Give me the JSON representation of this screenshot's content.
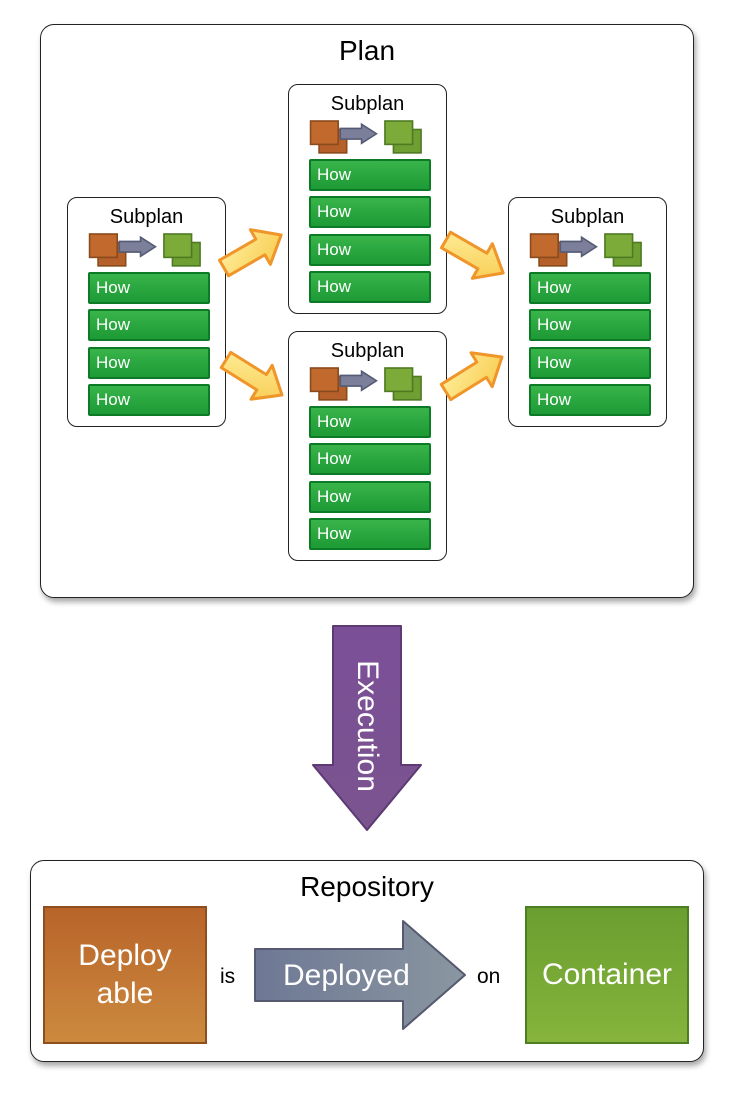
{
  "plan": {
    "title": "Plan",
    "subplans": [
      {
        "title": "Subplan",
        "items": [
          "How",
          "How",
          "How",
          "How"
        ]
      },
      {
        "title": "Subplan",
        "items": [
          "How",
          "How",
          "How",
          "How"
        ]
      },
      {
        "title": "Subplan",
        "items": [
          "How",
          "How",
          "How",
          "How"
        ]
      },
      {
        "title": "Subplan",
        "items": [
          "How",
          "How",
          "How",
          "How"
        ]
      }
    ]
  },
  "execution": {
    "label": "Execution"
  },
  "repository": {
    "title": "Repository",
    "deployable_line1": "Deploy",
    "deployable_line2": "able",
    "is_label": "is",
    "deployed_label": "Deployed",
    "on_label": "on",
    "container_label": "Container"
  },
  "colors": {
    "how_green": "#1e9a36",
    "deployable_orange": "#b8642a",
    "container_green": "#6a9e30",
    "flow_arrow_yellow": "#fcd86a",
    "execution_purple": "#7a4e94",
    "deployed_gray": "#737e96"
  }
}
